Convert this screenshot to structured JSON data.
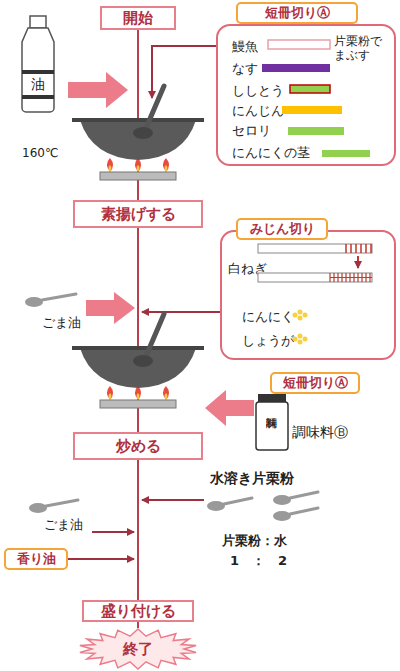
{
  "diagram": {
    "nodes": [
      {
        "text": [
          "開始"
        ]
      },
      {
        "text": [
          "短冊切りⒶ"
        ]
      },
      {
        "text": [
          "鰻魚",
          "片栗粉でまぶす",
          "なす",
          "ししとう",
          "にんじん",
          "セロリ",
          "にんにくの茎"
        ]
      },
      {
        "text": [
          "素揚げする"
        ]
      },
      {
        "text": [
          "みじん切り"
        ]
      },
      {
        "text": [
          "白ねぎ",
          "にんにく",
          "しょうが"
        ]
      },
      {
        "text": [
          "短冊切りⒶ"
        ]
      },
      {
        "text": [
          "炒める"
        ]
      },
      {
        "text": [
          "香り油"
        ]
      },
      {
        "text": [
          "盛り付ける"
        ]
      },
      {
        "text": [
          "終了"
        ]
      }
    ],
    "edges": [
      {
        "from": 0,
        "to": 3,
        "arrow": "none"
      },
      {
        "from": 3,
        "to": 7,
        "arrow": "none"
      },
      {
        "from": 7,
        "to": 9,
        "arrow": "none"
      },
      {
        "from": 9,
        "to": 10,
        "arrow": "none"
      }
    ],
    "labels": [
      "油",
      "160℃",
      "ごま油",
      "調味料",
      "調味料Ⓑ",
      "水溶き片栗粉",
      "片栗粉：水",
      "1　：　2",
      "ごま油"
    ]
  }
}
